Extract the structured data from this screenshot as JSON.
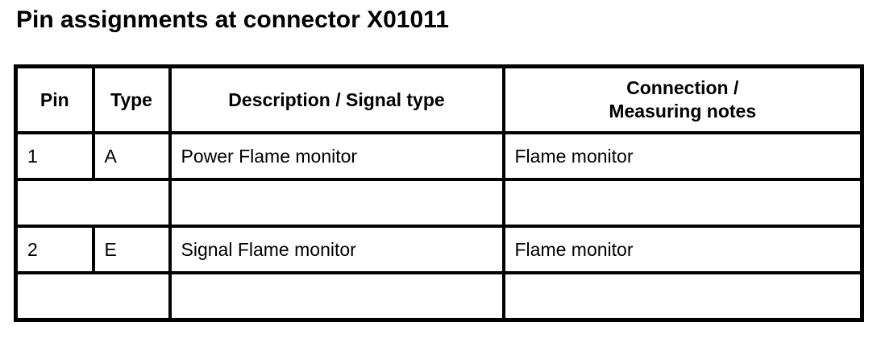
{
  "page": {
    "title": "Pin assignments at connector X01011"
  },
  "table": {
    "headers": {
      "pin": "Pin",
      "type": "Type",
      "description": "Description / Signal type",
      "connection_line1": "Connection /",
      "connection_line2": "Measuring notes"
    },
    "rows": [
      {
        "pin": "1",
        "type": "A",
        "description": "Power Flame monitor",
        "connection": "Flame monitor"
      },
      {
        "pin": "",
        "type": "",
        "description": "",
        "connection": ""
      },
      {
        "pin": "2",
        "type": "E",
        "description": "Signal Flame monitor",
        "connection": "Flame monitor"
      },
      {
        "pin": "",
        "type": "",
        "description": "",
        "connection": ""
      }
    ]
  },
  "colors": {
    "text": "#000000",
    "background": "#ffffff",
    "border": "#000000"
  }
}
